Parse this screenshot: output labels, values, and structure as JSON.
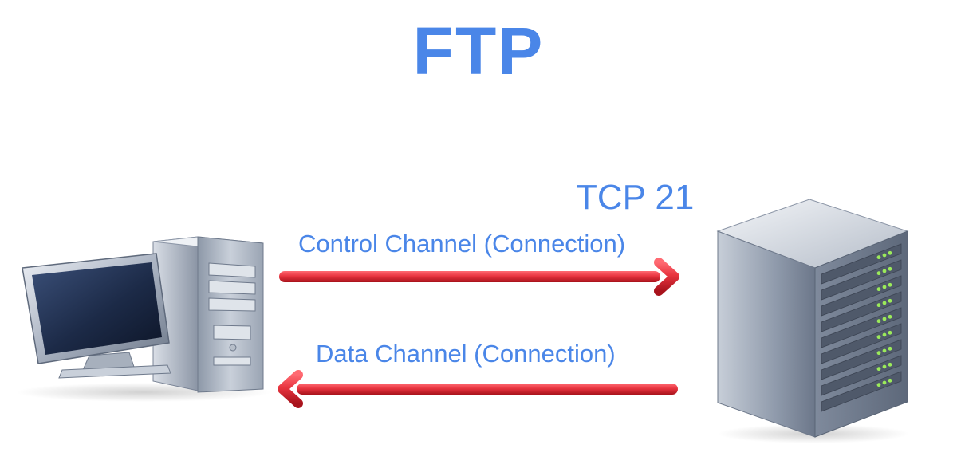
{
  "diagram": {
    "title": "FTP",
    "port_label": "TCP 21",
    "control_channel_label": "Control Channel (Connection)",
    "data_channel_label": "Data Channel (Connection)",
    "client_icon": "desktop-computer-icon",
    "server_icon": "server-rack-icon",
    "colors": {
      "text_accent": "#4a86e8",
      "arrow": "#e8343f",
      "arrow_highlight": "#ff6a72",
      "arrow_shadow": "#a8131c",
      "server_led": "#9bea5a"
    }
  }
}
